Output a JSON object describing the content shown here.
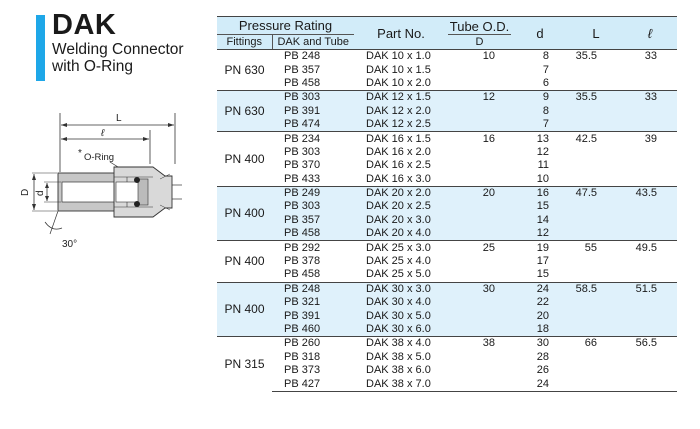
{
  "header": {
    "title": "DAK",
    "subtitle_line1": "Welding Connector",
    "subtitle_line2": "with O-Ring",
    "accent_color": "#1ea7e8"
  },
  "diagram": {
    "label_L": "L",
    "label_l": "ℓ",
    "label_oring_star": "*",
    "label_oring": "O-Ring",
    "label_D": "D",
    "label_d": "d",
    "label_angle": "30°"
  },
  "table": {
    "header": {
      "pressure_rating": "Pressure Rating",
      "fittings": "Fittings",
      "dak_and_tube": "DAK and Tube",
      "part_no": "Part No.",
      "tube_od": "Tube O.D.",
      "tube_od_d": "D",
      "d": "d",
      "L": "L",
      "l": "ℓ"
    },
    "header_bg": "#d2ecf9",
    "alt_row_bg": "#dff1fb",
    "groups": [
      {
        "fitting": "PN 630",
        "D": "10",
        "L": "35.5",
        "l": "33",
        "rows": [
          {
            "pn": "PB 248",
            "part": "DAK 10 x 1.0",
            "d": "8"
          },
          {
            "pn": "PB 357",
            "part": "DAK 10 x 1.5",
            "d": "7"
          },
          {
            "pn": "PB 458",
            "part": "DAK 10 x 2.0",
            "d": "6"
          }
        ]
      },
      {
        "fitting": "PN 630",
        "D": "12",
        "L": "35.5",
        "l": "33",
        "rows": [
          {
            "pn": "PB 303",
            "part": "DAK 12 x 1.5",
            "d": "9"
          },
          {
            "pn": "PB 391",
            "part": "DAK 12 x 2.0",
            "d": "8"
          },
          {
            "pn": "PB 474",
            "part": "DAK 12 x 2.5",
            "d": "7"
          }
        ]
      },
      {
        "fitting": "PN 400",
        "D": "16",
        "L": "42.5",
        "l": "39",
        "rows": [
          {
            "pn": "PB 234",
            "part": "DAK 16 x 1.5",
            "d": "13"
          },
          {
            "pn": "PB 303",
            "part": "DAK 16 x 2.0",
            "d": "12"
          },
          {
            "pn": "PB 370",
            "part": "DAK 16 x 2.5",
            "d": "11"
          },
          {
            "pn": "PB 433",
            "part": "DAK 16 x 3.0",
            "d": "10"
          }
        ]
      },
      {
        "fitting": "PN 400",
        "D": "20",
        "L": "47.5",
        "l": "43.5",
        "rows": [
          {
            "pn": "PB 249",
            "part": "DAK 20 x 2.0",
            "d": "16"
          },
          {
            "pn": "PB 303",
            "part": "DAK 20 x 2.5",
            "d": "15"
          },
          {
            "pn": "PB 357",
            "part": "DAK 20 x 3.0",
            "d": "14"
          },
          {
            "pn": "PB 458",
            "part": "DAK 20 x 4.0",
            "d": "12"
          }
        ]
      },
      {
        "fitting": "PN 400",
        "D": "25",
        "L": "55",
        "l": "49.5",
        "rows": [
          {
            "pn": "PB 292",
            "part": "DAK 25 x 3.0",
            "d": "19"
          },
          {
            "pn": "PB 378",
            "part": "DAK 25 x 4.0",
            "d": "17"
          },
          {
            "pn": "PB 458",
            "part": "DAK 25 x 5.0",
            "d": "15"
          }
        ]
      },
      {
        "fitting": "PN 400",
        "D": "30",
        "L": "58.5",
        "l": "51.5",
        "rows": [
          {
            "pn": "PB 248",
            "part": "DAK 30 x 3.0",
            "d": "24"
          },
          {
            "pn": "PB 321",
            "part": "DAK 30 x 4.0",
            "d": "22"
          },
          {
            "pn": "PB 391",
            "part": "DAK 30 x 5.0",
            "d": "20"
          },
          {
            "pn": "PB 460",
            "part": "DAK 30 x 6.0",
            "d": "18"
          }
        ]
      },
      {
        "fitting": "PN 315",
        "D": "38",
        "L": "66",
        "l": "56.5",
        "rows": [
          {
            "pn": "PB 260",
            "part": "DAK 38 x 4.0",
            "d": "30"
          },
          {
            "pn": "PB 318",
            "part": "DAK 38 x 5.0",
            "d": "28"
          },
          {
            "pn": "PB 373",
            "part": "DAK 38 x 6.0",
            "d": "26"
          },
          {
            "pn": "PB 427",
            "part": "DAK 38 x 7.0",
            "d": "24"
          }
        ]
      }
    ]
  }
}
